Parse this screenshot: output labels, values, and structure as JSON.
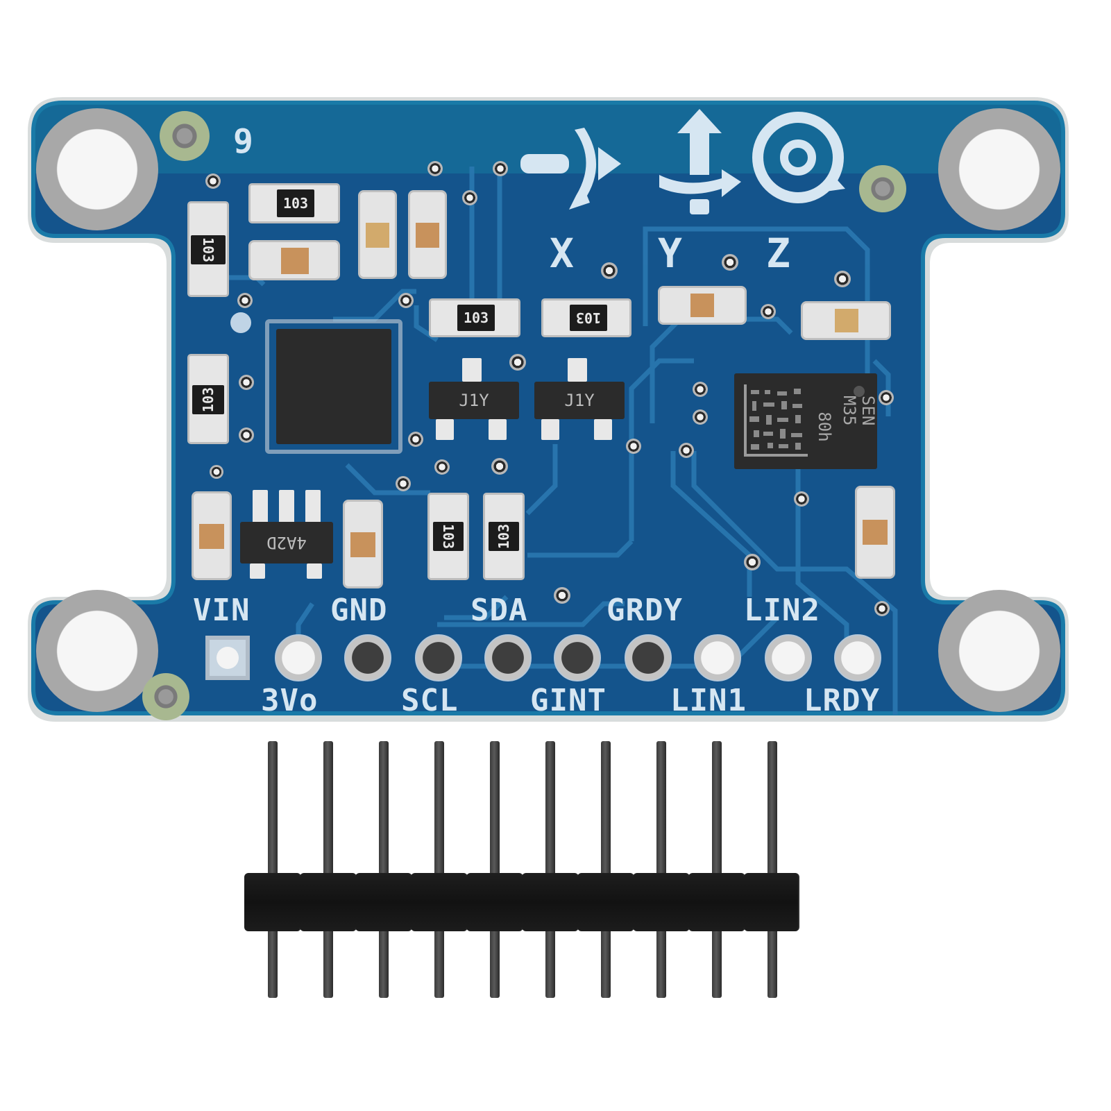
{
  "image": {
    "description": "Product photo of a blue 9-DOF IMU sensor breakout board (gyroscope + accelerometer/magnetometer) with a loose 10-pin male header strip below",
    "background_color": "#ffffff"
  },
  "board": {
    "pcb_color": "#14548c",
    "pcb_edge_color": "#1a7aa8",
    "silkscreen_color": "#d6e6f2",
    "revision_mark": "9",
    "axis_labels": [
      "X",
      "Y",
      "Z"
    ],
    "axis_icons": [
      "x-rotation-arrow-icon",
      "y-rotation-arrow-icon",
      "z-rotation-circle-icon"
    ],
    "pin_labels_top": [
      "VIN",
      "GND",
      "SDA",
      "GRDY",
      "LIN2"
    ],
    "pin_labels_bottom": [
      "3Vo",
      "SCL",
      "GINT",
      "LIN1",
      "LRDY"
    ],
    "pins": [
      {
        "name": "VIN",
        "pad": "square",
        "finish": "silver"
      },
      {
        "name": "3Vo",
        "pad": "round",
        "finish": "silver"
      },
      {
        "name": "GND",
        "pad": "round",
        "finish": "dark"
      },
      {
        "name": "SCL",
        "pad": "round",
        "finish": "dark"
      },
      {
        "name": "SDA",
        "pad": "round",
        "finish": "dark"
      },
      {
        "name": "GINT",
        "pad": "round",
        "finish": "dark"
      },
      {
        "name": "GRDY",
        "pad": "round",
        "finish": "dark"
      },
      {
        "name": "LIN1",
        "pad": "round",
        "finish": "silver"
      },
      {
        "name": "LIN2",
        "pad": "round",
        "finish": "silver"
      },
      {
        "name": "LRDY",
        "pad": "round",
        "finish": "silver"
      }
    ],
    "resistors": [
      {
        "marking": "103",
        "orientation": "horizontal"
      },
      {
        "marking": "103",
        "orientation": "vertical"
      },
      {
        "marking": "103",
        "orientation": "vertical"
      },
      {
        "marking": "103",
        "orientation": "horizontal"
      },
      {
        "marking": "103",
        "orientation": "horizontal"
      },
      {
        "marking": "103",
        "orientation": "vertical"
      },
      {
        "marking": "103",
        "orientation": "vertical"
      }
    ],
    "transistors": [
      {
        "marking": "J1Y"
      },
      {
        "marking": "J1Y"
      }
    ],
    "regulator": {
      "marking": "4A2D"
    },
    "sensor_chip": {
      "marking_line1": "SEN M35",
      "marking_line2": "80h"
    },
    "gyro_chip": {
      "marking": ""
    }
  },
  "header": {
    "pin_count": 10,
    "housing_color": "#161616",
    "pin_color": "#3a3a3a"
  }
}
